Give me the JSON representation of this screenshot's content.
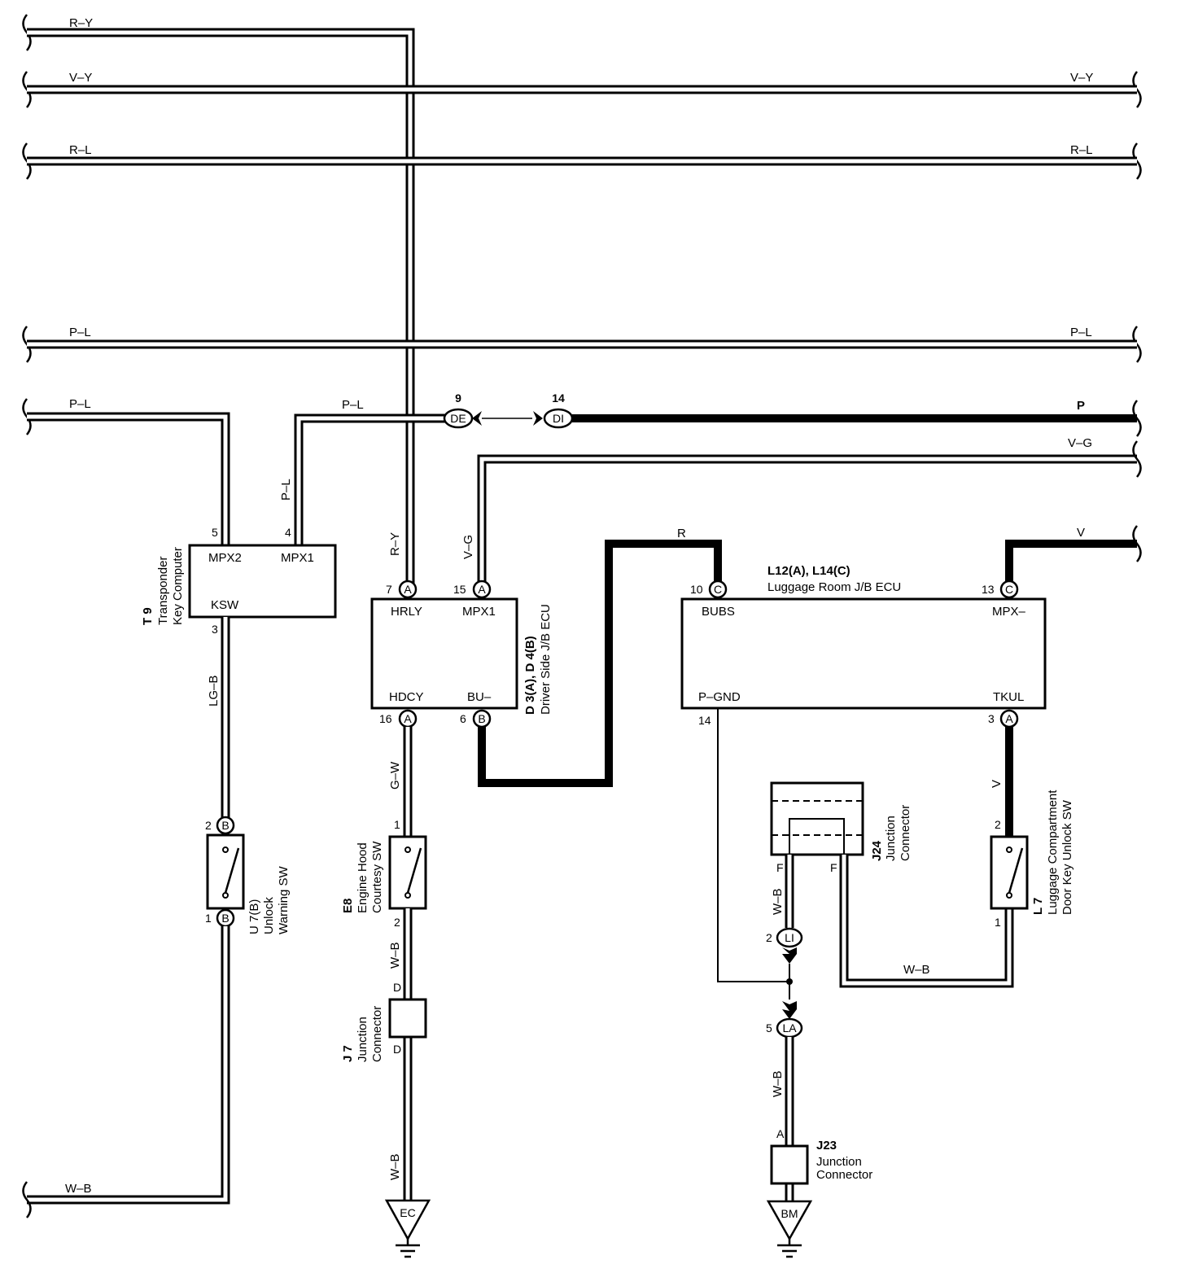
{
  "wires": {
    "r_y": "R–Y",
    "v_y": "V–Y",
    "r_l": "R–L",
    "p_l": "P–L",
    "p": "P",
    "v_g": "V–G",
    "r": "R",
    "v": "V",
    "lg_b": "LG–B",
    "g_w": "G–W",
    "w_b": "W–B"
  },
  "connectors": {
    "de": {
      "id": "DE",
      "pin": "9"
    },
    "di": {
      "id": "DI",
      "pin": "14"
    },
    "li": {
      "id": "LI",
      "pin": "2"
    },
    "la": {
      "id": "LA",
      "pin": "5"
    }
  },
  "components": {
    "t9": {
      "code": "T 9",
      "name_line1": "Transponder",
      "name_line2": "Key Computer",
      "pins": [
        {
          "num": "5",
          "label": "MPX2"
        },
        {
          "num": "4",
          "label": "MPX1"
        },
        {
          "num": "3",
          "label": "KSW"
        }
      ]
    },
    "d3": {
      "code": "D 3(A), D 4(B)",
      "name": "Driver Side J/B ECU",
      "pins": [
        {
          "num": "7",
          "conn": "A",
          "label": "HRLY"
        },
        {
          "num": "15",
          "conn": "A",
          "label": "MPX1"
        },
        {
          "num": "16",
          "conn": "A",
          "label": "HDCY"
        },
        {
          "num": "6",
          "conn": "B",
          "label": "BU–"
        }
      ]
    },
    "l12": {
      "code": "L12(A), L14(C)",
      "name": "Luggage Room J/B ECU",
      "pins": [
        {
          "num": "10",
          "conn": "C",
          "label": "BUBS"
        },
        {
          "num": "13",
          "conn": "C",
          "label": "MPX–"
        },
        {
          "num": "14",
          "conn": "",
          "label": "P–GND"
        },
        {
          "num": "3",
          "conn": "A",
          "label": "TKUL"
        }
      ]
    },
    "u7": {
      "code": "U 7(B)",
      "name_line1": "Unlock",
      "name_line2": "Warning SW",
      "pin_top": "2",
      "pin_bottom": "1",
      "conn": "B"
    },
    "e8": {
      "code": "E8",
      "name_line1": "Engine Hood",
      "name_line2": "Courtesy SW",
      "pin_top": "1",
      "pin_bottom": "2"
    },
    "j7": {
      "code": "J 7",
      "name_line1": "Junction",
      "name_line2": "Connector",
      "pin_top": "D",
      "pin_bottom": "D"
    },
    "j24": {
      "code": "J24",
      "name_line1": "Junction",
      "name_line2": "Connector",
      "pin_left": "F",
      "pin_right": "F"
    },
    "l7": {
      "code": "L 7",
      "name_line1": "Luggage Compartment",
      "name_line2": "Door Key Unlock SW",
      "pin_top": "2",
      "pin_bottom": "1"
    },
    "j23": {
      "code": "J23",
      "name_line1": "Junction",
      "name_line2": "Connector",
      "pin_top": "A"
    }
  },
  "grounds": {
    "ec": "EC",
    "bm": "BM"
  }
}
